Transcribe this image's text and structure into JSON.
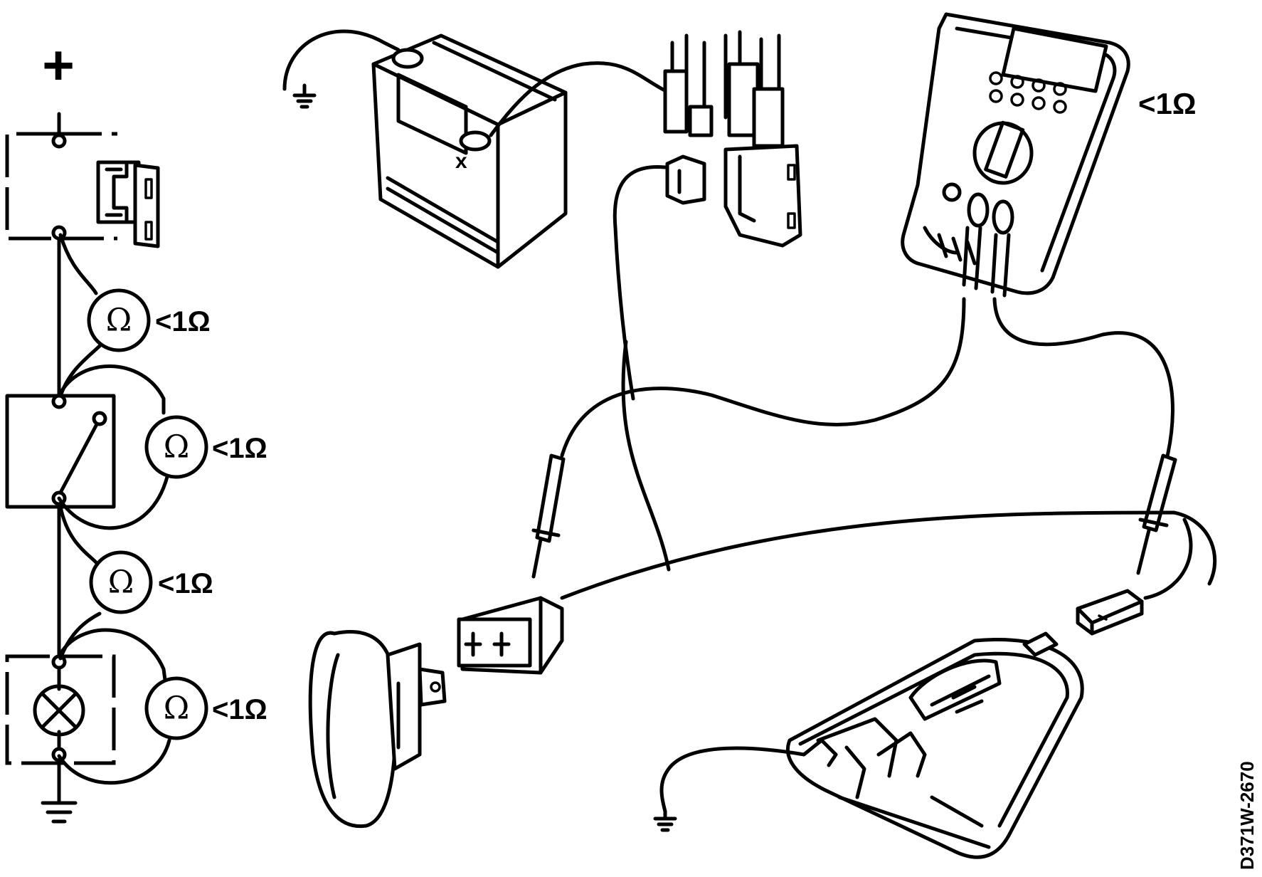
{
  "schematic": {
    "positive_symbol": "+",
    "ohm_symbol": "Ω",
    "readings": [
      "<1Ω",
      "<1Ω",
      "<1Ω",
      "<1Ω"
    ]
  },
  "multimeter": {
    "reading": "<1Ω"
  },
  "reference_code": "D371W-2670"
}
